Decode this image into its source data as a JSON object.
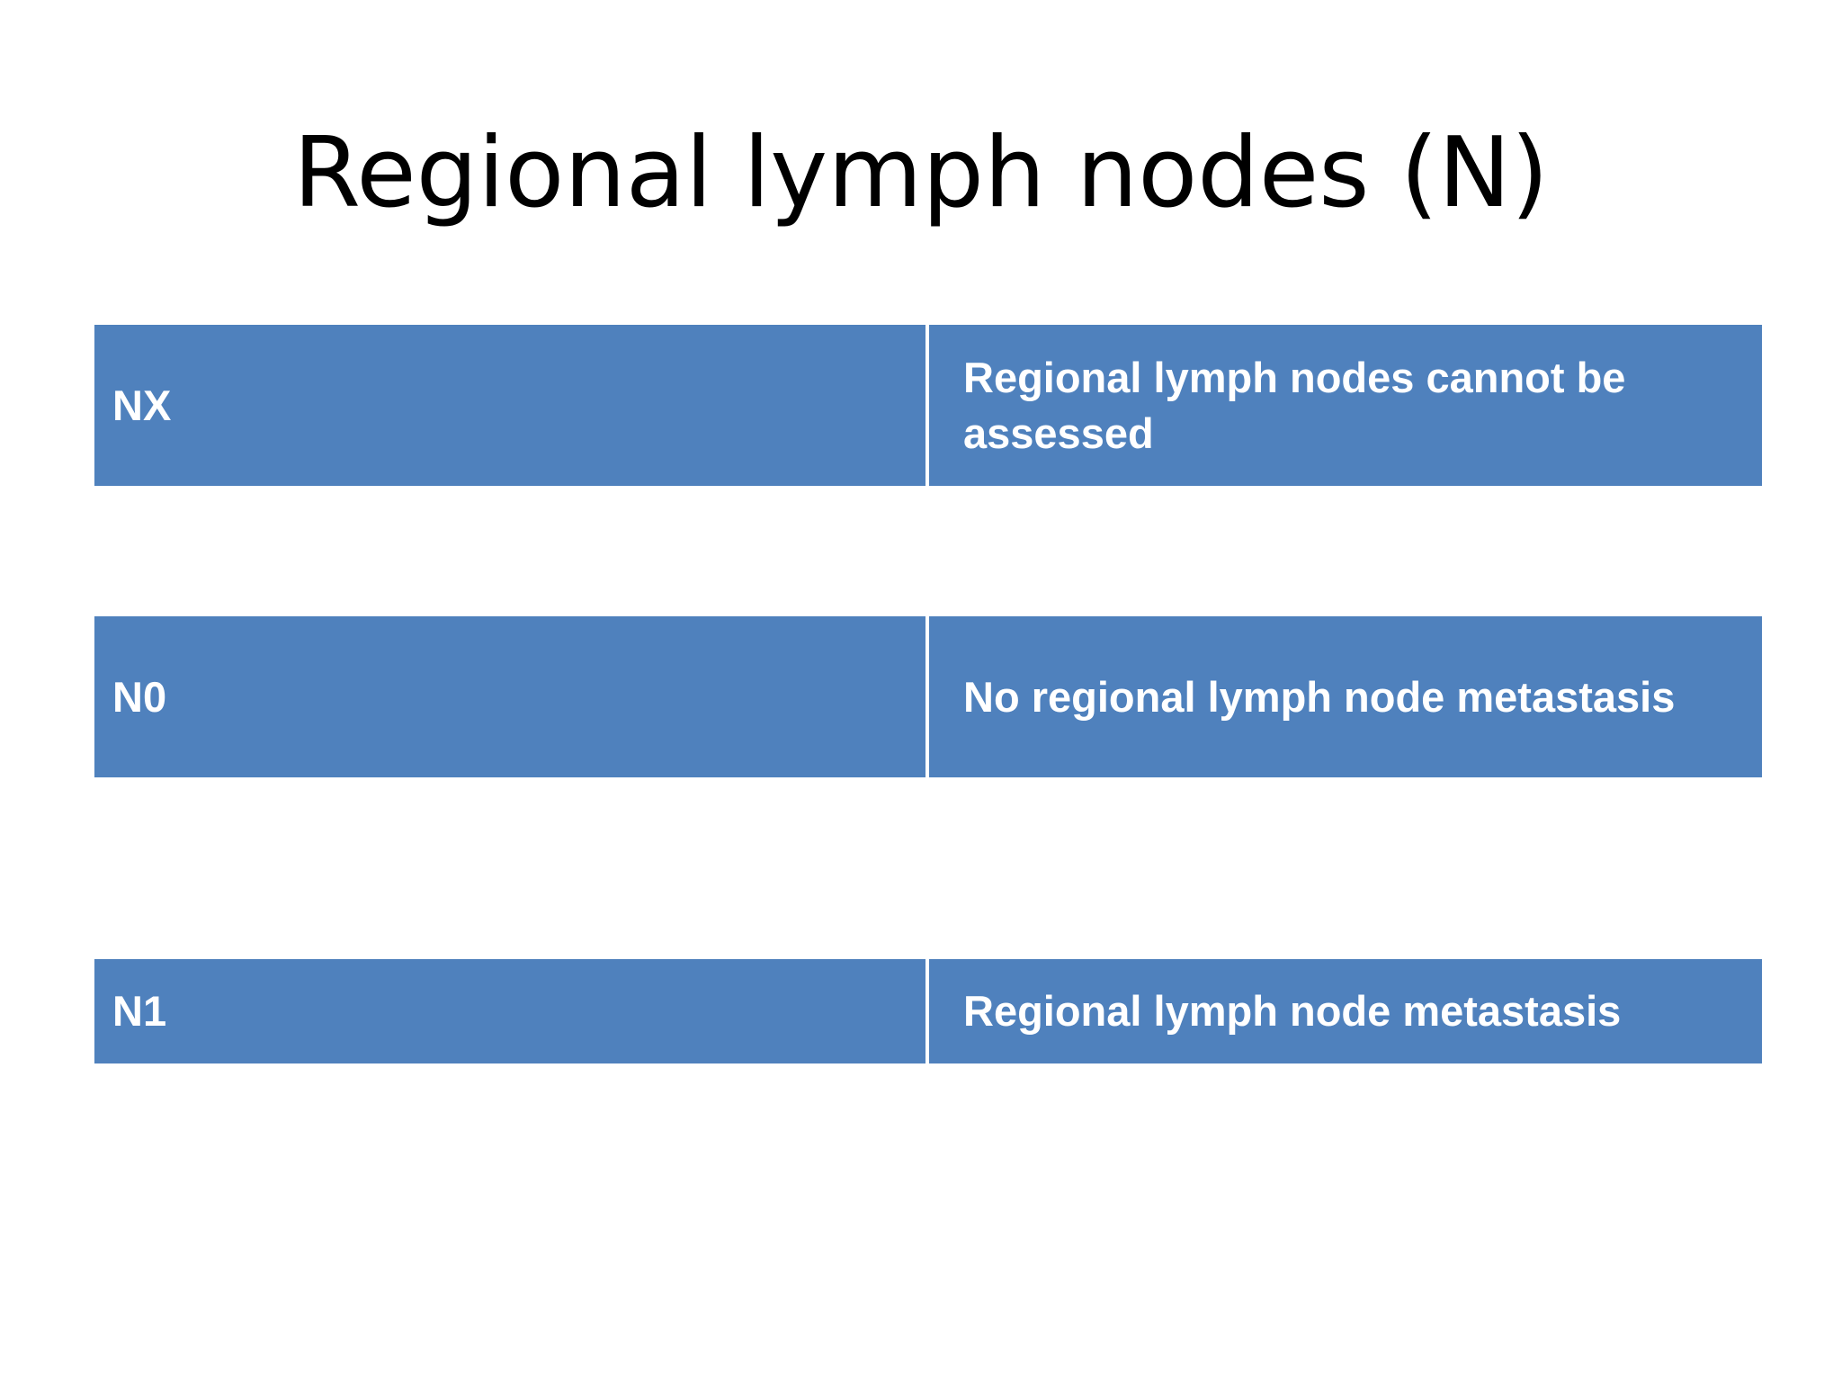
{
  "slide": {
    "title": "Regional lymph nodes (N)",
    "rows": [
      {
        "code": "NX",
        "description": "Regional lymph nodes cannot be assessed"
      },
      {
        "code": "N0",
        "description": "No regional lymph node metastasis"
      },
      {
        "code": "N1",
        "description": "Regional lymph node metastasis"
      }
    ]
  },
  "colors": {
    "cell_background": "#4f81bd",
    "cell_text": "#ffffff",
    "title_text": "#000000"
  }
}
